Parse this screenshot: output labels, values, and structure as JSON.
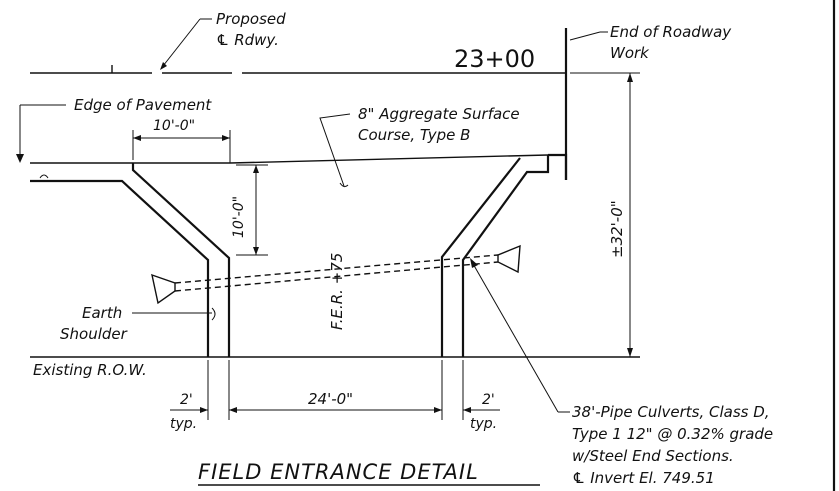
{
  "labels": {
    "proposed_line1": "Proposed",
    "proposed_line2": "℄ Rdwy.",
    "station": "23+00",
    "end_line1": "End of Roadway",
    "end_line2": "Work",
    "edge_pavement": "Edge of Pavement",
    "aggregate_line1": "8\" Aggregate Surface",
    "aggregate_line2": "Course, Type B",
    "dim_top_width": "10'-0\"",
    "dim_vertical": "10'-0\"",
    "dim_height": "±32'-0\"",
    "fer": "F.E.R. +75",
    "earth_line1": "Earth",
    "earth_line2": "Shoulder",
    "existing_row": "Existing R.O.W.",
    "dim_left": "2'",
    "dim_left_typ": "typ.",
    "dim_center": "24'-0\"",
    "dim_right": "2'",
    "dim_right_typ": "typ.",
    "pipe_line1": "38'-Pipe Culverts, Class D,",
    "pipe_line2": "Type 1 12\" @ 0.32% grade",
    "pipe_line3": "w/Steel End Sections.",
    "pipe_line4": "℄ Invert El. 749.51",
    "title": "FIELD ENTRANCE DETAIL"
  }
}
